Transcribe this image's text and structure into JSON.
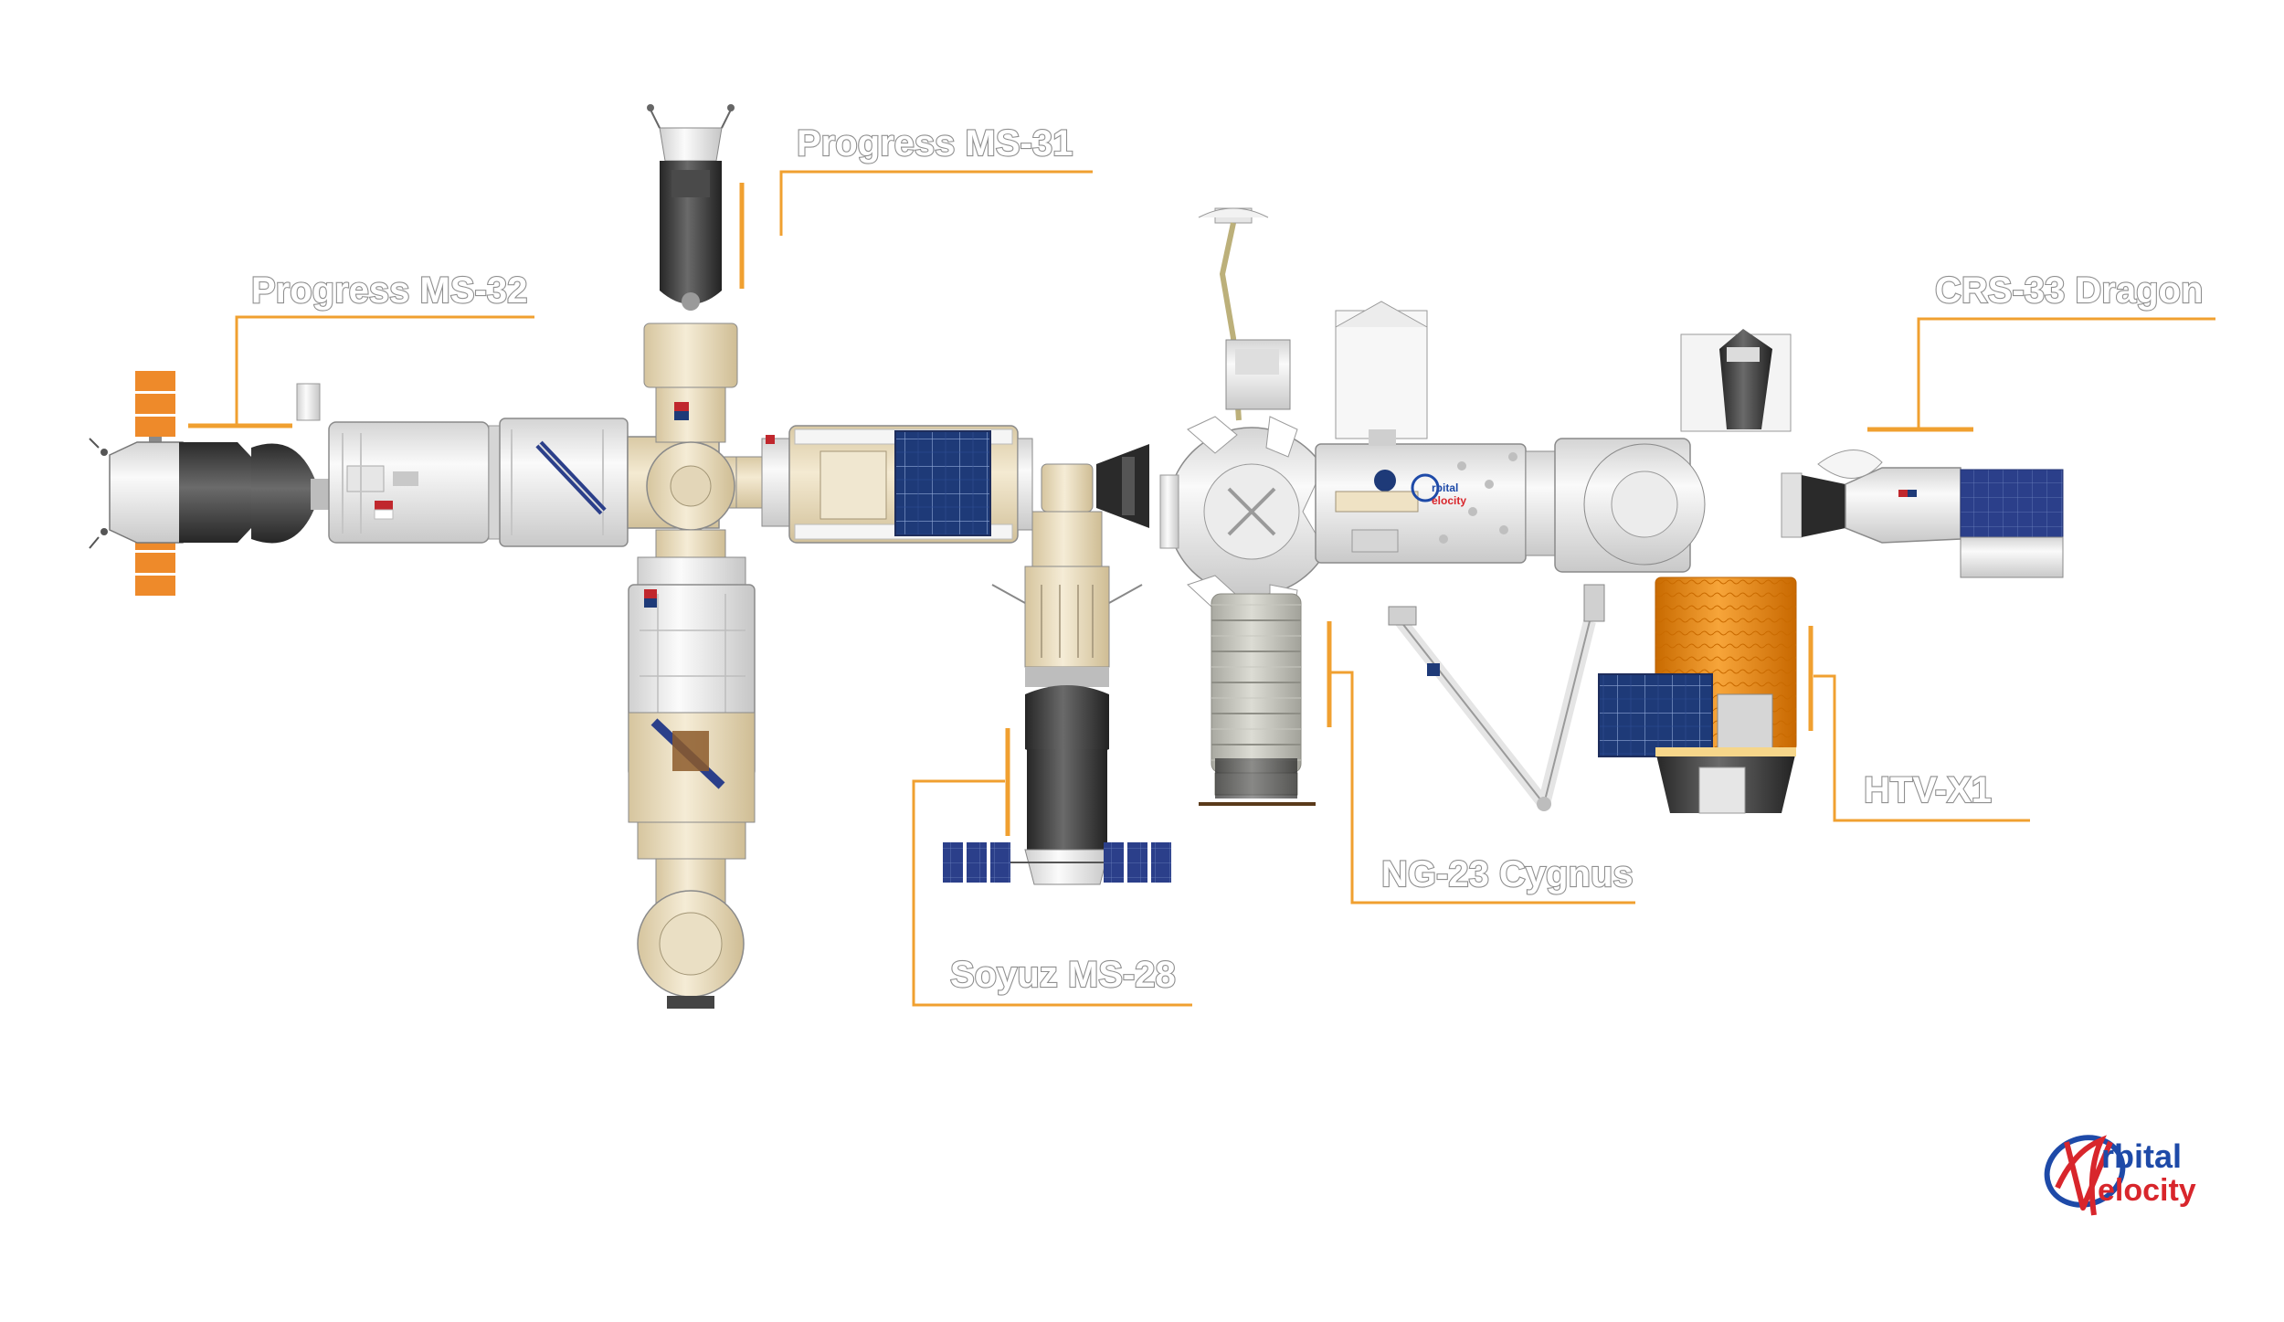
{
  "labels": {
    "progress_ms31": "Progress MS-31",
    "progress_ms32": "Progress MS-32",
    "crs33_dragon": "CRS-33 Dragon",
    "soyuz_ms28": "Soyuz MS-28",
    "ng23_cygnus": "NG-23 Cygnus",
    "htv_x1": "HTV-X1"
  },
  "logo": {
    "line1": "rbital",
    "line2": "elocity",
    "letter_o": "O",
    "letter_v": "V"
  },
  "colors": {
    "leader": "#f0a030",
    "label_outline": "#8f8f8f",
    "solar_blue": "#1e3a78",
    "solar_orange": "#ee8a2a",
    "hull_white": "#f2f2f2",
    "hull_beige": "#efe2c4",
    "hull_dark": "#3a3a3a",
    "htv_orange": "#f08a10",
    "logo_blue": "#1e4aa8",
    "logo_red": "#d8262c"
  }
}
